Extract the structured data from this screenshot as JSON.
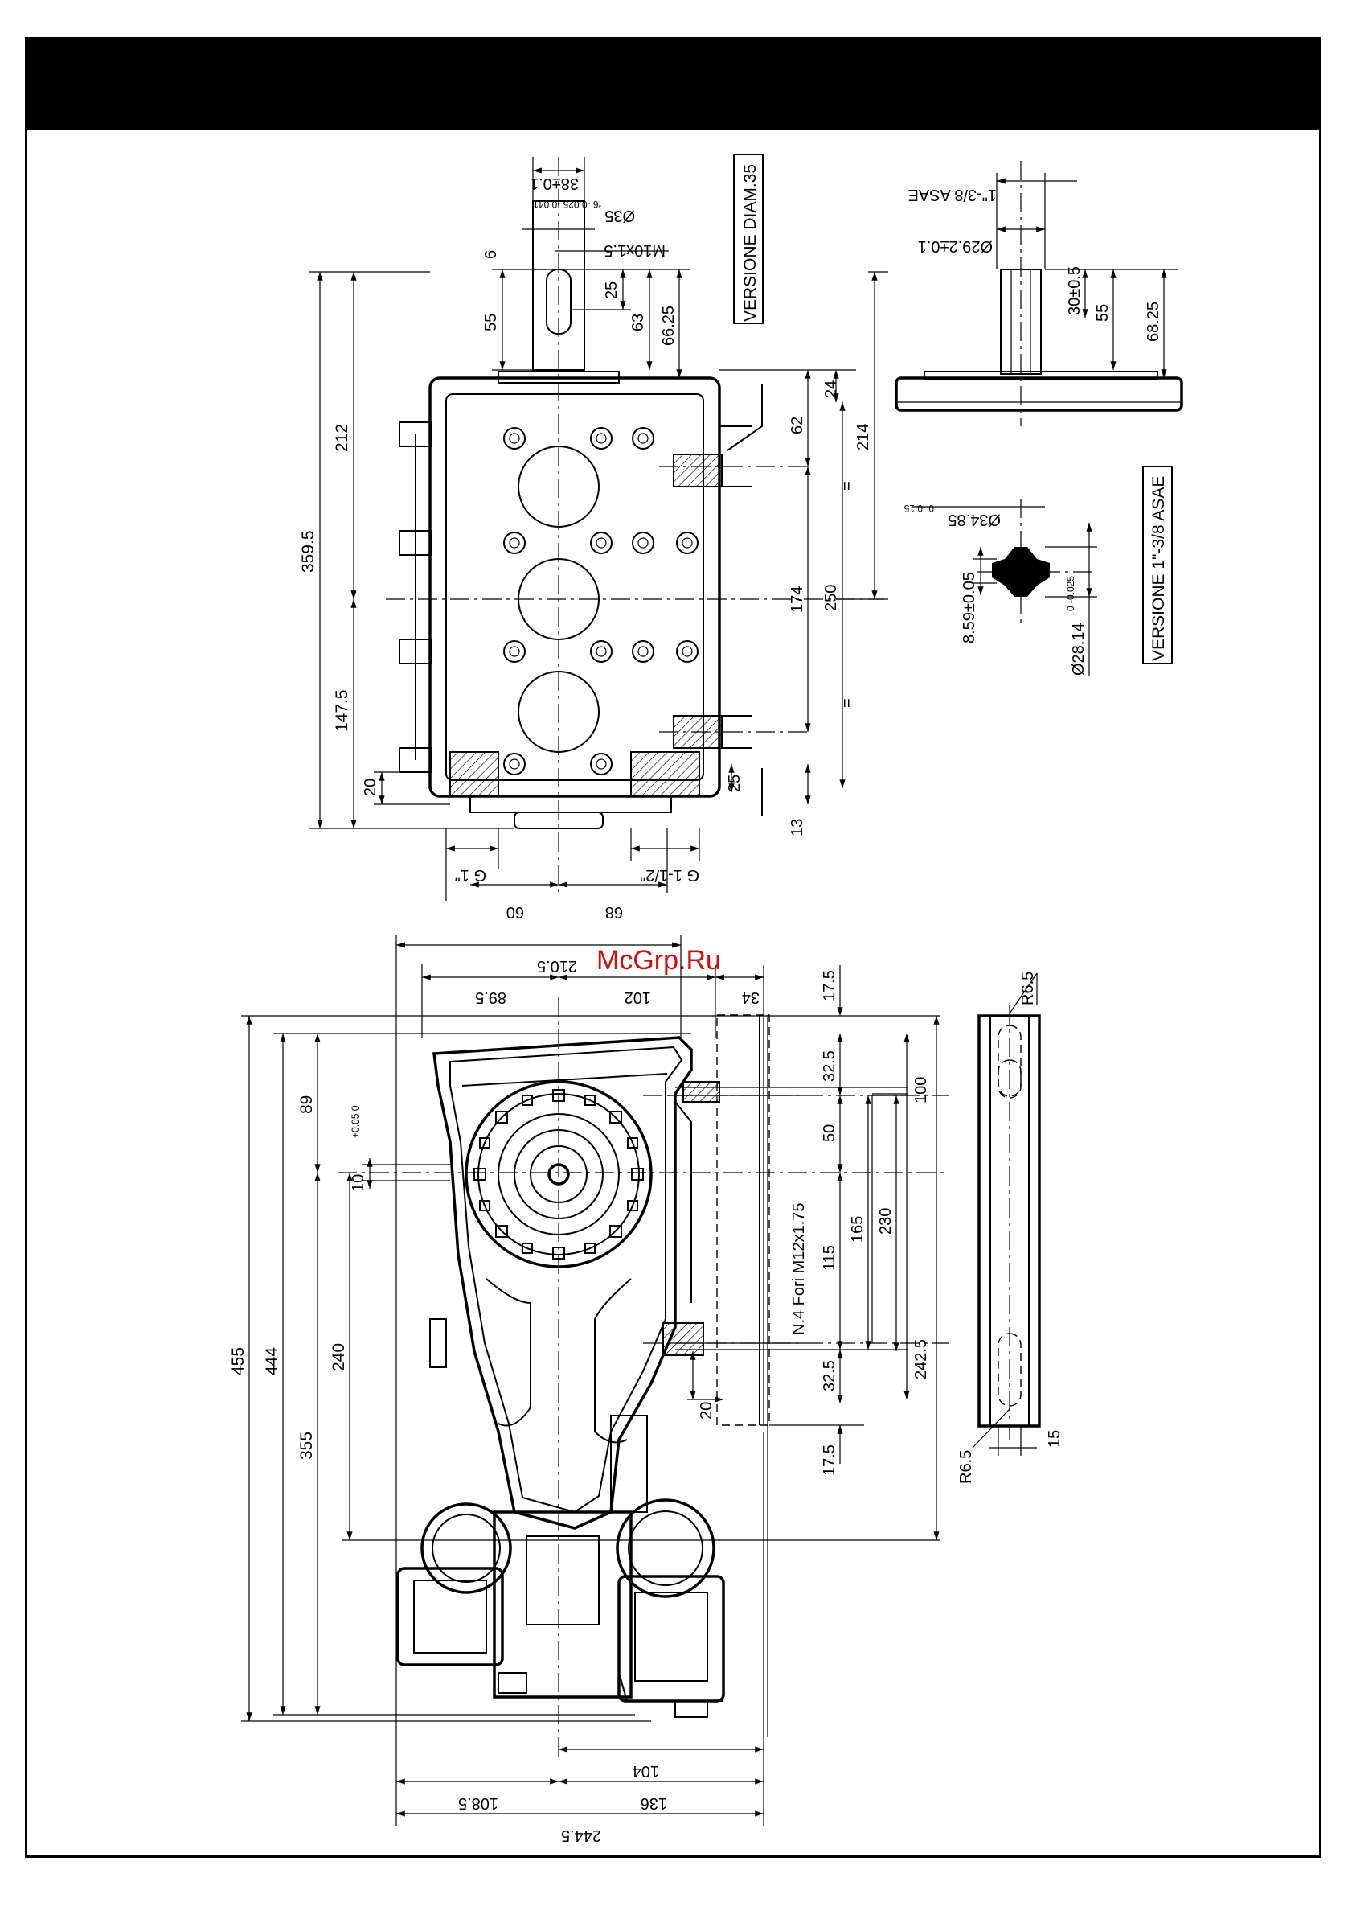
{
  "watermark": "McGrp.Ru",
  "top_view": {
    "labels": {
      "d38": "38±0.1",
      "d35": "Ø35 f6 -0.025 -0.041",
      "d35_main": "Ø35",
      "d35_tol": "f6 -0.025 -0.041",
      "thread": "M10x1.5",
      "version_label": "VERSIONE DIAM.35",
      "d6": "6",
      "d55": "55",
      "d25": "25",
      "d63": "63",
      "d66_25": "66.25",
      "d212": "212",
      "d359_5": "359.5",
      "d147_5": "147.5",
      "d20": "20",
      "d24": "24",
      "d62": "62",
      "d214": "214",
      "d174": "174",
      "d250": "250",
      "d25b": "25",
      "d13": "13",
      "g1": "G 1\"",
      "g1_half": "G 1-1/2\"",
      "d60": "60",
      "d68": "68",
      "eq": "="
    }
  },
  "spline_view": {
    "labels": {
      "thread": "1\"-3/8 ASAE",
      "d29": "Ø29.2±0.1",
      "d30": "30±0.5",
      "d55": "55",
      "d68_25": "68.25",
      "d34": "Ø34.85 0 -0.15",
      "d34_main": "Ø34.85",
      "d34_tol": "0 -0.15",
      "d8_59": "8.59±0.05",
      "d28": "Ø28.14 0 -0.025",
      "d28_main": "Ø28.14",
      "d28_tol": "0 -0.025",
      "version_label": "VERSIONE 1\"-3/8 ASAE"
    }
  },
  "side_view": {
    "labels": {
      "d210_5": "210.5",
      "d89_5": "89.5",
      "d102": "102",
      "d34": "34",
      "d17_5a": "17.5",
      "r6_5a": "R6.5",
      "d455": "455",
      "d444": "444",
      "d89": "89",
      "d10": "10 +0.05 0",
      "d10_main": "10",
      "d10_tol": "+0.05 0",
      "d240": "240",
      "d355": "355",
      "d32_5a": "32.5",
      "d50": "50",
      "d100": "100",
      "d115": "115",
      "d165": "165",
      "d230": "230",
      "d242_5": "242.5",
      "holes": "N.4 Fori M12x1.75",
      "d32_5b": "32.5",
      "d20": "20",
      "d17_5b": "17.5",
      "r6_5b": "R6.5",
      "d15": "15",
      "d104": "104",
      "d108_5": "108.5",
      "d136": "136",
      "d244_5": "244.5"
    }
  }
}
